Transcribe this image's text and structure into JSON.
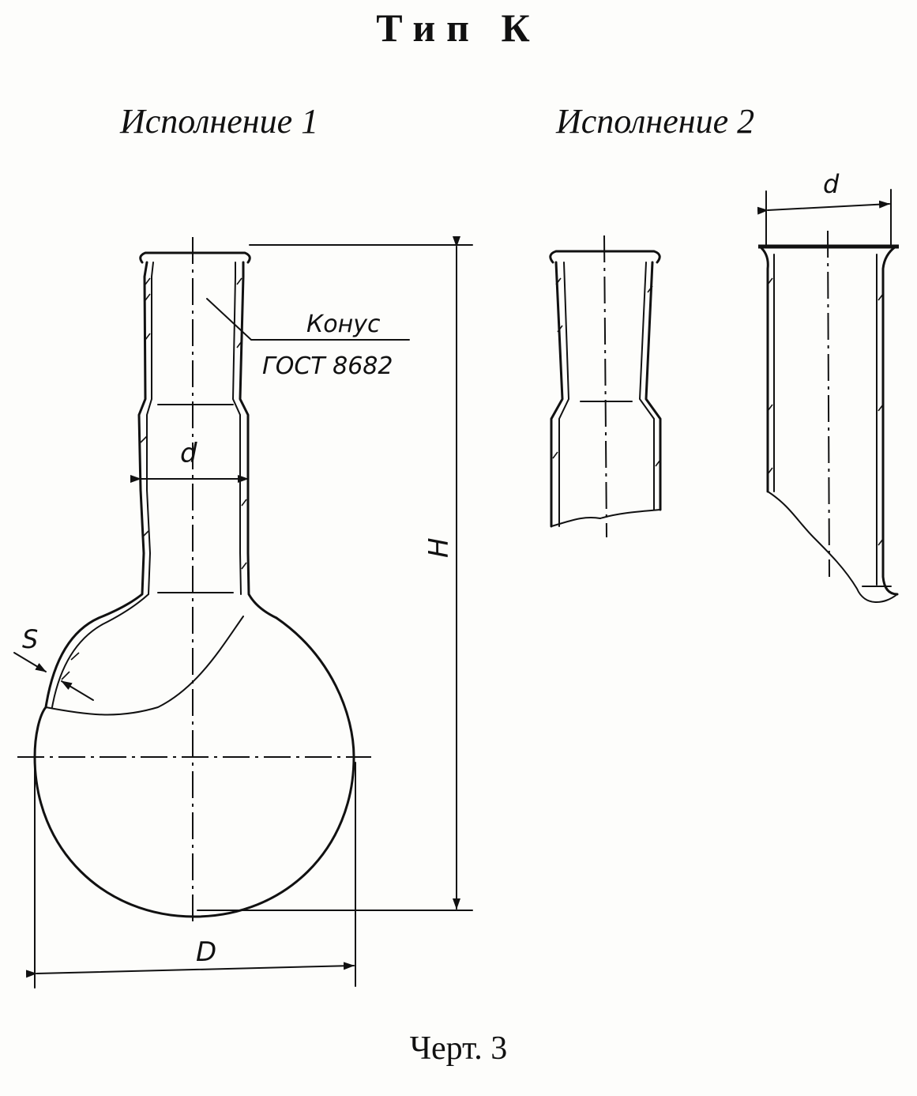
{
  "title": "Тип К",
  "variants": {
    "v1": "Исполнение 1",
    "v2": "Исполнение 2"
  },
  "labels": {
    "cone_line1": "Конус",
    "cone_line2": "ГОСТ 8682",
    "neck_diameter": "d",
    "wall_thickness": "S",
    "height": "H",
    "bulb_diameter": "D",
    "tube_diameter": "d"
  },
  "caption": "Черт. 3"
}
